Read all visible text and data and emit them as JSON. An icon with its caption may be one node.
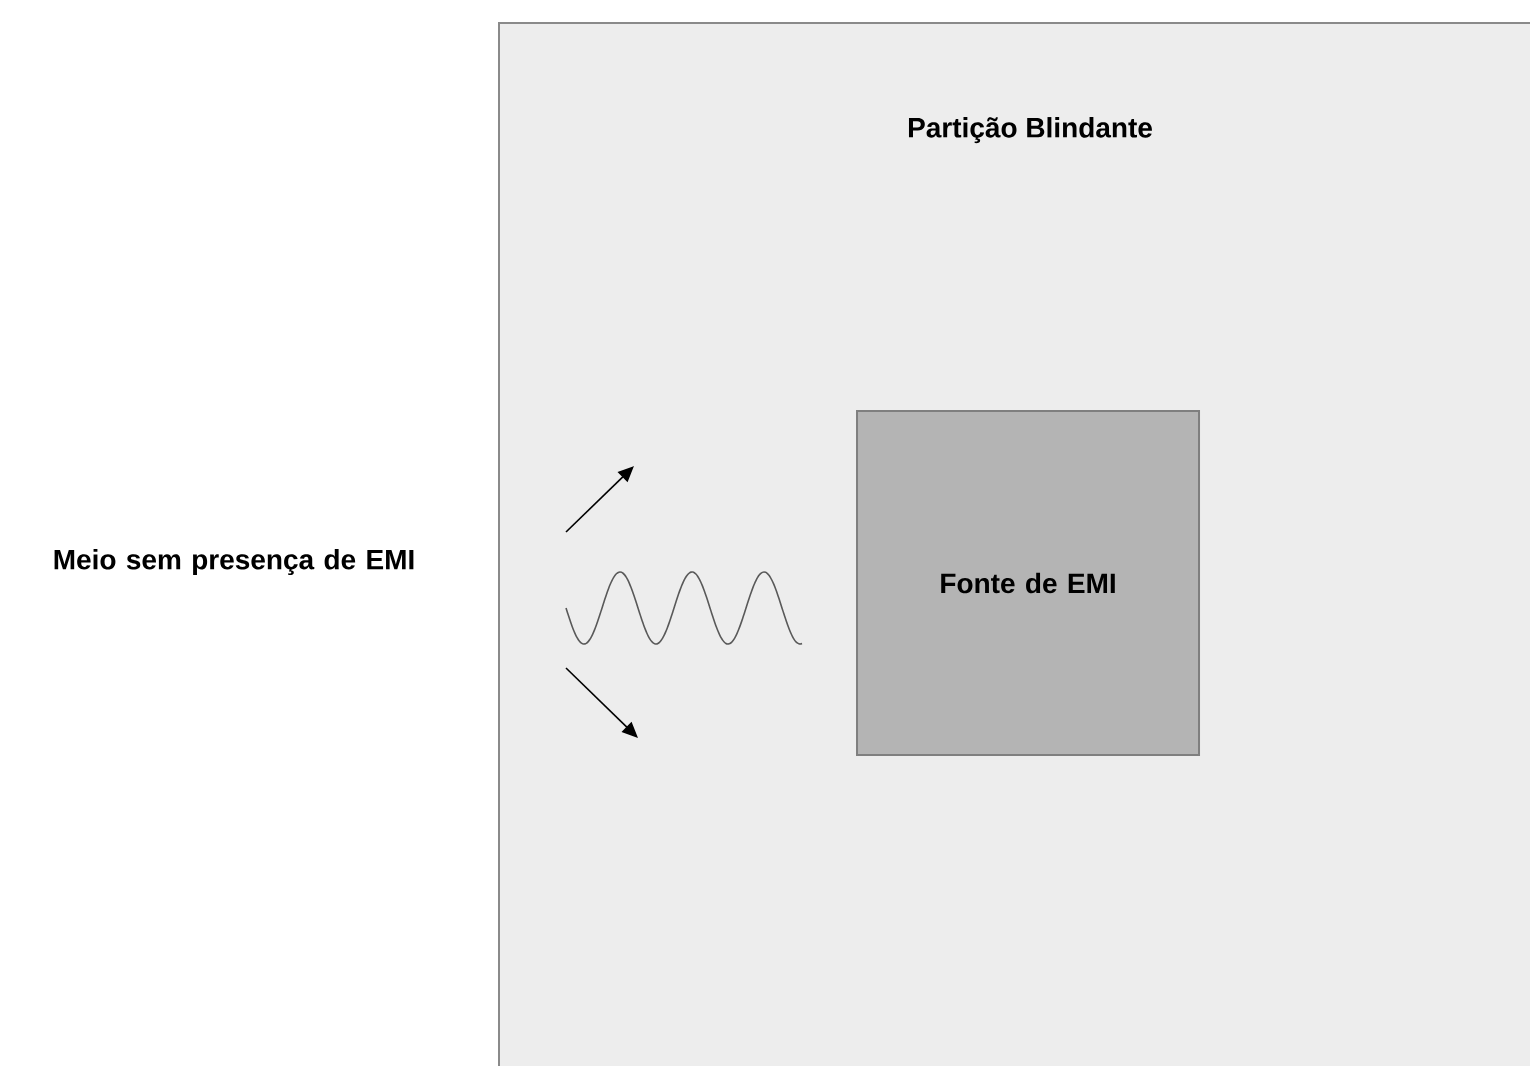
{
  "diagram": {
    "nodes": [
      {
        "text": [
          "Partição Blindante"
        ]
      },
      {
        "text": [
          "Fonte de EMI"
        ],
        "in": 0
      }
    ],
    "labels": [
      "Meio sem presença de EMI"
    ]
  }
}
